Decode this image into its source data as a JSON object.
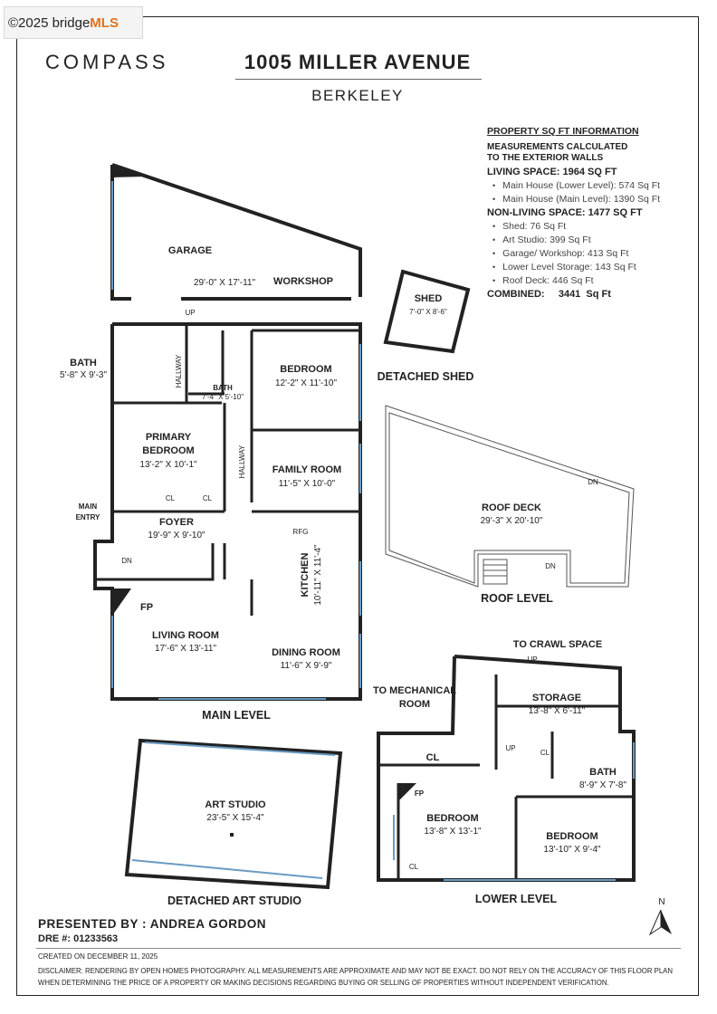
{
  "watermark": {
    "copyright": "©2025 bridge",
    "brand": "MLS"
  },
  "header": {
    "logo": "COMPASS",
    "address": "1005 MILLER AVENUE",
    "city": "BERKELEY"
  },
  "sqft": {
    "heading": "PROPERTY SQ FT INFORMATION",
    "subheading_1": "MEASUREMENTS CALCULATED",
    "subheading_2": "TO THE EXTERIOR WALLS",
    "living": "LIVING SPACE: 1964 SQ FT",
    "living_items": [
      "Main House (Lower Level):   574 Sq Ft",
      "Main House (Main Level):   1390 Sq Ft"
    ],
    "nonliving": "NON-LIVING SPACE: 1477 SQ FT",
    "nonliving_items": [
      "Shed:   76 Sq Ft",
      "Art Studio:   399 Sq Ft",
      "Garage/ Workshop:   413 Sq Ft",
      "Lower Level Storage:   143 Sq Ft",
      "Roof Deck:   446 Sq Ft"
    ],
    "combined": "COMBINED:     3441  Sq Ft"
  },
  "rooms": {
    "garage": "GARAGE",
    "garage_dim": "29'-0\" X 17'-11\"",
    "workshop": "WORKSHOP",
    "shed": "SHED",
    "shed_dim": "7'-0\" X 8'-6\"",
    "detached_shed": "DETACHED SHED",
    "bath1": "BATH",
    "bath1_dim": "5'-8\" X 9'-3\"",
    "hallway": "HALLWAY",
    "bath2": "BATH",
    "bath2_dim": "7'-4\" X 5'-10\"",
    "up": "UP",
    "bedroom1": "BEDROOM",
    "bedroom1_dim": "12'-2\" X 11'-10\"",
    "primary": "PRIMARY",
    "primary2": "BEDROOM",
    "primary_dim": "13'-2\" X 10'-1\"",
    "cl": "CL",
    "family": "FAMILY ROOM",
    "family_dim": "11'-5\" X 10'-0\"",
    "main_entry_1": "MAIN",
    "main_entry_2": "ENTRY",
    "foyer": "FOYER",
    "foyer_dim": "19'-9\" X 9'-10\"",
    "dn": "DN",
    "rfg": "RFG",
    "kitchen": "KITCHEN",
    "kitchen_dim": "10'-11\" X 11'-4\"",
    "fp": "FP",
    "living": "LIVING ROOM",
    "living_dim": "17'-6\" X 13'-11\"",
    "dining": "DINING ROOM",
    "dining_dim": "11'-6\" X 9'-9\"",
    "main_level": "MAIN LEVEL",
    "roof_deck": "ROOF DECK",
    "roof_deck_dim": "29'-3\" X 20'-10\"",
    "roof_level": "ROOF LEVEL",
    "crawl": "TO CRAWL SPACE",
    "mech1": "TO MECHANICAL",
    "mech2": "ROOM",
    "storage": "STORAGE",
    "storage_dim": "13'-8\" X 6'-11\"",
    "bath3": "BATH",
    "bath3_dim": "8'-9\" X 7'-8\"",
    "bedroom2": "BEDROOM",
    "bedroom2_dim": "13'-8\" X 13'-1\"",
    "bedroom3": "BEDROOM",
    "bedroom3_dim": "13'-10\" X 9'-4\"",
    "lower_level": "LOWER LEVEL",
    "art": "ART STUDIO",
    "art_dim": "23'-5\" X 15'-4\"",
    "detached_art": "DETACHED ART STUDIO",
    "north": "N"
  },
  "footer": {
    "presented": "PRESENTED BY : ANDREA GORDON",
    "dre": "DRE #: 01233563",
    "created": "CREATED ON DECEMBER 11, 2025",
    "disclaimer": "DISCLAIMER: RENDERING BY OPEN HOMES PHOTOGRAPHY. ALL MEASUREMENTS ARE APPROXIMATE AND MAY NOT BE EXACT. DO NOT RELY ON THE ACCURACY OF THIS FLOOR PLAN WHEN DETERMINING THE PRICE OF A PROPERTY OR MAKING DECISIONS REGARDING BUYING OR SELLING OF PROPERTIES WITHOUT INDEPENDENT VERIFICATION."
  }
}
